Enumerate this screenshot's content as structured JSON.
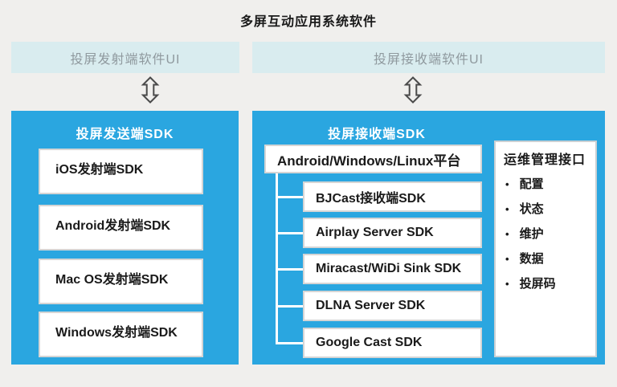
{
  "title": "多屏互动应用系统软件",
  "ui_bars": {
    "sender_label": "投屏发射端软件UI",
    "receiver_label": "投屏接收端软件UI"
  },
  "sender_sdk": {
    "title": "投屏发送端SDK",
    "boxes": [
      "iOS发射端SDK",
      "Android发射端SDK",
      "Mac OS发射端SDK",
      "Windows发射端SDK"
    ]
  },
  "receiver_sdk": {
    "title": "投屏接收端SDK",
    "platform": "Android/Windows/Linux平台",
    "children": [
      "BJCast接收端SDK",
      "Airplay Server SDK",
      "Miracast/WiDi Sink SDK",
      "DLNA Server SDK",
      "Google Cast SDK"
    ],
    "ops": {
      "title": "运维管理接口",
      "bullet": "•",
      "items": [
        "配置",
        "状态",
        "维护",
        "数据",
        "投屏码"
      ]
    }
  },
  "icons": {
    "arrow": "up-down-double-arrow"
  },
  "colors": {
    "panel_blue": "#2aa6e0",
    "bar_light_blue": "#d9ecef",
    "bar_text_gray": "#8f999e",
    "text_dark": "#1a1a1a",
    "box_border": "#d5d5d5",
    "connector": "#ffffff",
    "background": "#f0efed",
    "arrow_stroke": "#4a4a4a"
  }
}
